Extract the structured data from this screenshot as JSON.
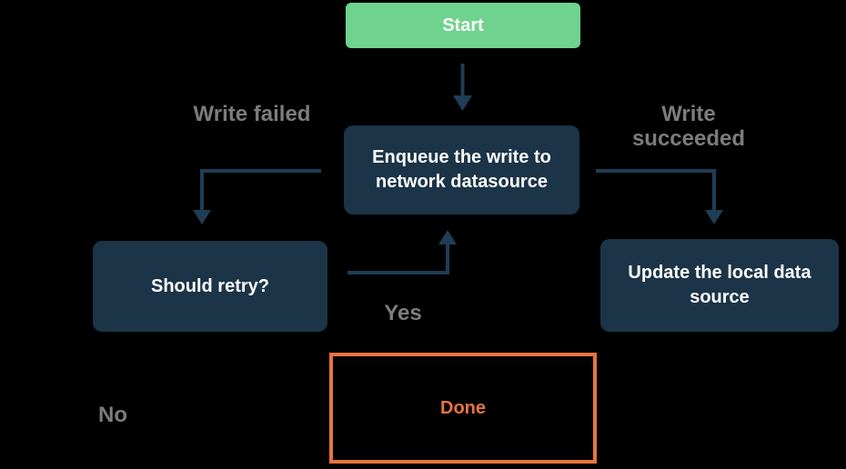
{
  "nodes": {
    "start": {
      "label": "Start"
    },
    "enqueue": {
      "label": "Enqueue the write to network datasource"
    },
    "should_retry": {
      "label": "Should retry?"
    },
    "update_local": {
      "label": "Update the local data source"
    },
    "done": {
      "label": "Done"
    }
  },
  "edges": [
    {
      "from": "start",
      "to": "enqueue",
      "label": ""
    },
    {
      "from": "enqueue",
      "to": "should_retry",
      "label": "Write failed"
    },
    {
      "from": "enqueue",
      "to": "update_local",
      "label": "Write succeeded"
    },
    {
      "from": "should_retry",
      "to": "enqueue",
      "label": "Yes"
    },
    {
      "from": "should_retry",
      "to": "done",
      "label": "No"
    }
  ],
  "colors": {
    "background": "#000000",
    "node_fill": "#1B3447",
    "node_text": "#FFFFFF",
    "start_fill": "#6FD28E",
    "connector": "#1F3D55",
    "edge_label": "#7C7C7C",
    "done_accent": "#E8743E"
  }
}
